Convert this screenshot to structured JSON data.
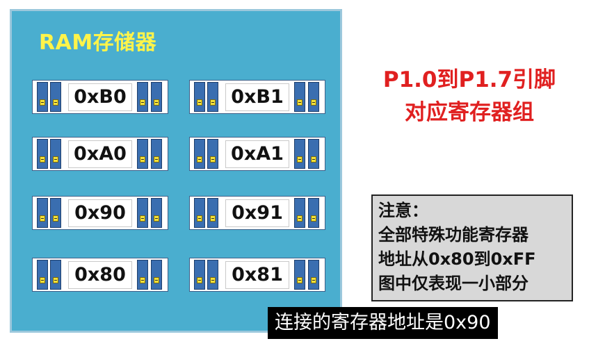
{
  "ram": {
    "title": "RAM存储器",
    "registers": [
      {
        "address": "0xB0"
      },
      {
        "address": "0xB1"
      },
      {
        "address": "0xA0"
      },
      {
        "address": "0xA1"
      },
      {
        "address": "0x90"
      },
      {
        "address": "0x91"
      },
      {
        "address": "0x80"
      },
      {
        "address": "0x81"
      }
    ]
  },
  "side_title": {
    "line1": "P1.0到P1.7引脚",
    "line2": "对应寄存器组"
  },
  "note": {
    "heading": "注意：",
    "line1": "全部特殊功能寄存器",
    "line2": "地址从0x80到0xFF",
    "line3": "图中仅表现一小部分"
  },
  "subtitle": "连接的寄存器地址是0x90",
  "colors": {
    "panel": "#4aaecf",
    "title_yellow": "#fff44a",
    "red_text": "#e02020",
    "bit_cell_blue": "#3a6eb0",
    "bit_led_yellow": "#f4e23a"
  }
}
